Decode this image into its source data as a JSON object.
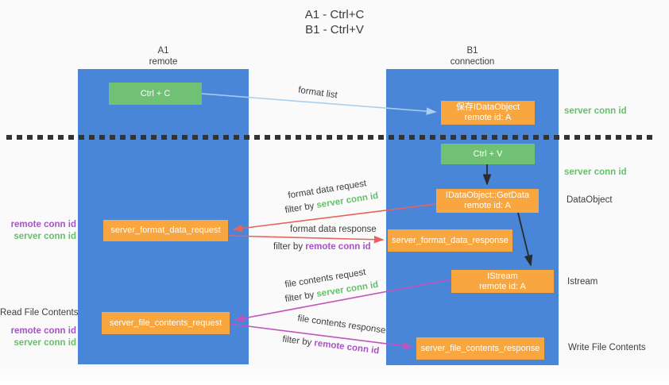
{
  "title": {
    "line1": "A1 - Ctrl+C",
    "line2": "B1 - Ctrl+V"
  },
  "lanes": {
    "left": {
      "header_line1": "A1",
      "header_line2": "remote"
    },
    "right": {
      "header_line1": "B1",
      "header_line2": "connection"
    }
  },
  "boxes": {
    "ctrl_c": "Ctrl + C",
    "ctrl_v": "Ctrl + V",
    "save_dataobject": {
      "line1": "保存IDataObject",
      "line2": "remote id: A"
    },
    "getdata": {
      "line1": "IDataObject::GetData",
      "line2": "remote id: A"
    },
    "istream": {
      "line1": "IStream",
      "line2": "remote id: A"
    },
    "format_request": "server_format_data_request",
    "format_response": "server_format_data_response",
    "file_request": "server_file_contents_request",
    "file_response": "server_file_contents_response"
  },
  "arrow_labels": {
    "format_list": "format list",
    "format_data_request": "format data request",
    "format_data_response": "format data response",
    "file_contents_request": "file contents request",
    "file_contents_response": "file contents response"
  },
  "filters": {
    "f1": {
      "prefix": "filter by ",
      "id": "server conn id"
    },
    "f2": {
      "prefix": "filter by ",
      "id": "remote conn id"
    },
    "f3": {
      "prefix": "filter by ",
      "id": "server conn id"
    },
    "f4": {
      "prefix": "filter by ",
      "id": "remote conn id"
    }
  },
  "side_labels": {
    "right_server_conn_id_1": "server conn id",
    "right_server_conn_id_2": "server conn id",
    "dataobject": "DataObject",
    "istream": "Istream",
    "write_file_contents": "Write File Contents",
    "read_file_contents": "Read File Contents",
    "left_remote_conn_id_1": "remote conn id",
    "left_server_conn_id_1": "server conn id",
    "left_remote_conn_id_2": "remote conn id",
    "left_server_conn_id_2": "server conn id"
  },
  "colors": {
    "lane_blue": "#4a86d8",
    "box_orange": "#f7a640",
    "box_green": "#71c175",
    "text_green": "#67bf6b",
    "text_purple": "#a852c8",
    "arrow_red": "#e8635c",
    "arrow_magenta": "#c253bd",
    "arrow_blue": "#a9cfef",
    "arrow_black": "#2b2b2b",
    "text_dark": "#3d3d3d"
  }
}
